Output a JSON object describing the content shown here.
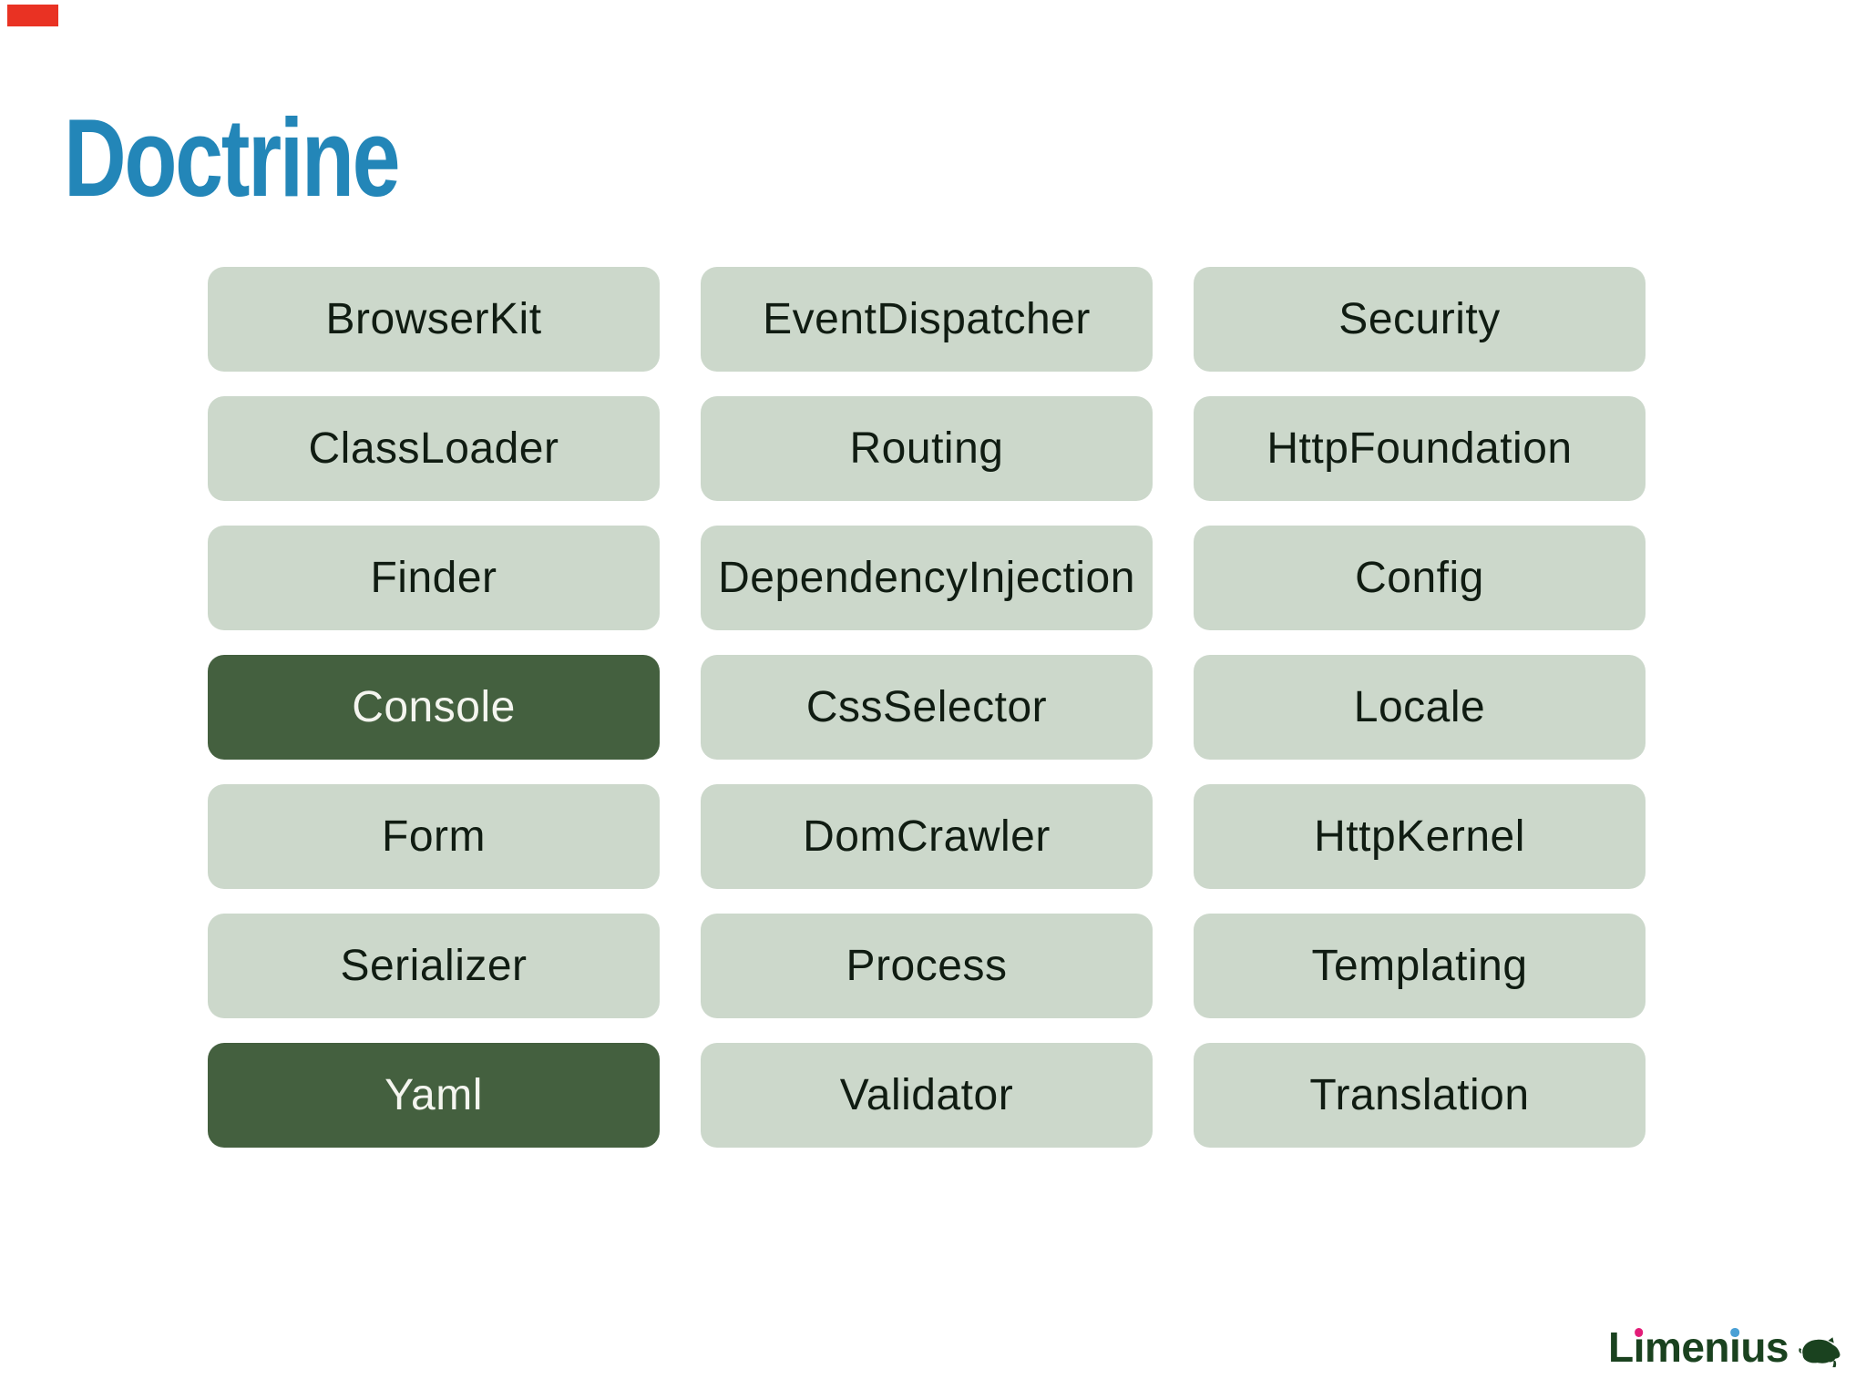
{
  "slide": {
    "title": "Doctrine",
    "title_color": "#2386b8"
  },
  "components": {
    "items": [
      {
        "label": "BrowserKit",
        "highlighted": false
      },
      {
        "label": "EventDispatcher",
        "highlighted": false
      },
      {
        "label": "Security",
        "highlighted": false
      },
      {
        "label": "ClassLoader",
        "highlighted": false
      },
      {
        "label": "Routing",
        "highlighted": false
      },
      {
        "label": "HttpFoundation",
        "highlighted": false
      },
      {
        "label": "Finder",
        "highlighted": false
      },
      {
        "label": "DependencyInjection",
        "highlighted": false
      },
      {
        "label": "Config",
        "highlighted": false
      },
      {
        "label": "Console",
        "highlighted": true
      },
      {
        "label": "CssSelector",
        "highlighted": false
      },
      {
        "label": "Locale",
        "highlighted": false
      },
      {
        "label": "Form",
        "highlighted": false
      },
      {
        "label": "DomCrawler",
        "highlighted": false
      },
      {
        "label": "HttpKernel",
        "highlighted": false
      },
      {
        "label": "Serializer",
        "highlighted": false
      },
      {
        "label": "Process",
        "highlighted": false
      },
      {
        "label": "Templating",
        "highlighted": false
      },
      {
        "label": "Yaml",
        "highlighted": true
      },
      {
        "label": "Validator",
        "highlighted": false
      },
      {
        "label": "Translation",
        "highlighted": false
      }
    ],
    "box_color": "#ccd8cb",
    "box_highlight_color": "#44603f",
    "box_text_color": "#101c12",
    "box_highlight_text_color": "#f4f5ef"
  },
  "footer": {
    "logo_text": "Limenius",
    "logo_segments": {
      "l": "L",
      "i1": "ı",
      "men": "men",
      "i2": "ı",
      "us": "us"
    },
    "logo_color": "#1a421f",
    "dot1_color": "#e31c78",
    "dot2_color": "#4aa0d5",
    "boar_icon": "boar-icon"
  },
  "decorations": {
    "corner_marker_color": "#e93223"
  }
}
